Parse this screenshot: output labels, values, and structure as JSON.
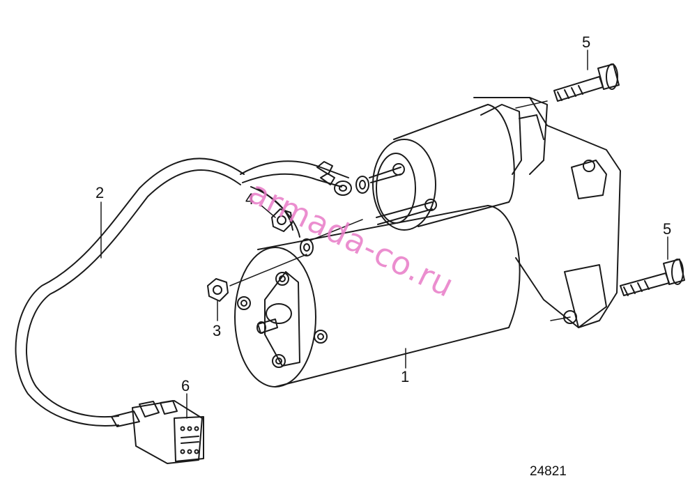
{
  "diagram": {
    "callouts": [
      {
        "id": "1",
        "label": "1"
      },
      {
        "id": "2",
        "label": "2"
      },
      {
        "id": "3",
        "label": "3"
      },
      {
        "id": "4",
        "label": "4"
      },
      {
        "id": "5a",
        "label": "5"
      },
      {
        "id": "5b",
        "label": "5"
      },
      {
        "id": "6",
        "label": "6"
      }
    ],
    "figure_number": "24821",
    "watermark": "armada-co.ru"
  },
  "colors": {
    "line": "#1a1a1a",
    "watermark": "#e87bc7",
    "background": "#ffffff"
  }
}
